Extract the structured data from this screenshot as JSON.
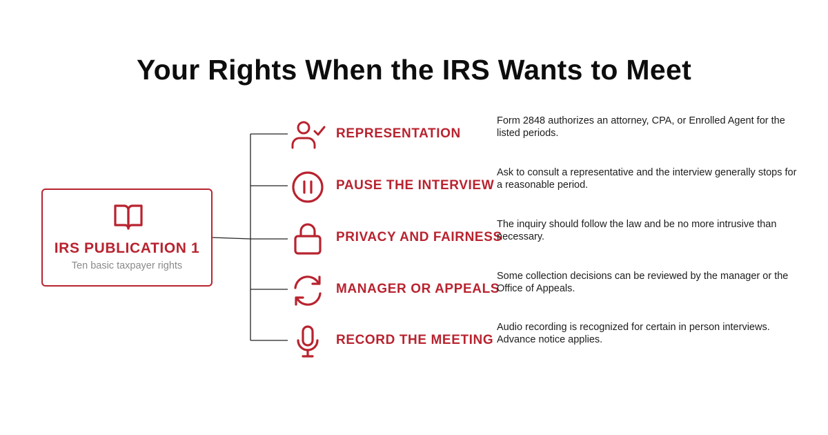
{
  "title": "Your Rights When the IRS Wants to Meet",
  "source": {
    "icon": "book-icon",
    "title": "IRS PUBLICATION 1",
    "subtitle": "Ten basic taxpayer rights"
  },
  "accent_color": "#b8232f",
  "items": [
    {
      "icon": "user-check-icon",
      "label": "REPRESENTATION",
      "description": "Form 2848 authorizes an attorney, CPA, or Enrolled Agent for the listed periods."
    },
    {
      "icon": "pause-icon",
      "label": "PAUSE THE INTERVIEW",
      "description": "Ask to consult a representative and the interview generally stops for a reasonable period."
    },
    {
      "icon": "lock-icon",
      "label": "PRIVACY AND FAIRNESS",
      "description": "The inquiry should follow the law and be no more intrusive than necessary."
    },
    {
      "icon": "refresh-icon",
      "label": "MANAGER OR APPEALS",
      "description": "Some collection decisions can be reviewed by the manager or the Office of Appeals."
    },
    {
      "icon": "microphone-icon",
      "label": "RECORD THE MEETING",
      "description": "Audio recording is recognized for certain in person interviews. Advance notice applies."
    }
  ]
}
